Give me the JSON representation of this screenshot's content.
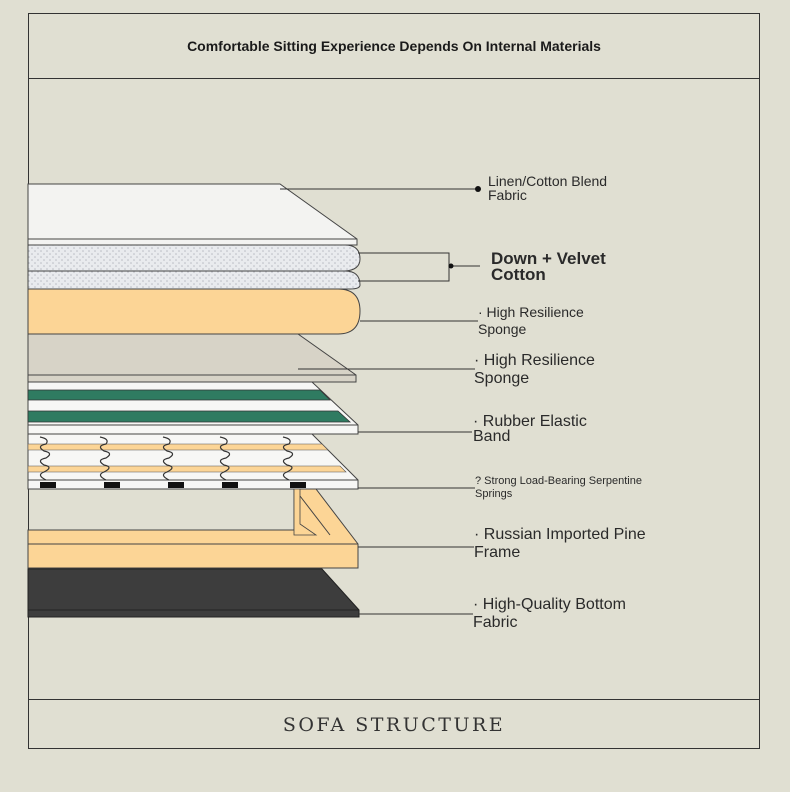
{
  "header": {
    "title": "Comfortable Sitting Experience Depends On Internal Materials"
  },
  "footer": {
    "caption": "SOFA STRUCTURE"
  },
  "layers": [
    {
      "line1": "Linen/Cotton Blend",
      "line2": "Fabric"
    },
    {
      "line1": "Down + Velvet",
      "line2": "Cotton"
    },
    {
      "line1": "· High Resilience",
      "line2": "Sponge"
    },
    {
      "line1": "· High Resilience",
      "line2": "Sponge"
    },
    {
      "line1": "· Rubber Elastic",
      "line2": "Band"
    },
    {
      "line1": "? Strong Load-Bearing Serpentine",
      "line2": "Springs"
    },
    {
      "line1": "· Russian Imported Pine",
      "line2": "Frame"
    },
    {
      "line1": "· High-Quality Bottom",
      "line2": "Fabric"
    }
  ],
  "colors": {
    "background": "#e0dfd2",
    "fabric_top": "#f2f2f0",
    "down_cotton": "#e8eaee",
    "sponge_yellow": "#fcd596",
    "sponge_gray": "#d6d2c6",
    "rubber_band_green": "#2e7d61",
    "spring_layer": "#f7f7f5",
    "pine_frame": "#fcd596",
    "bottom_fabric": "#3d3d3d"
  }
}
